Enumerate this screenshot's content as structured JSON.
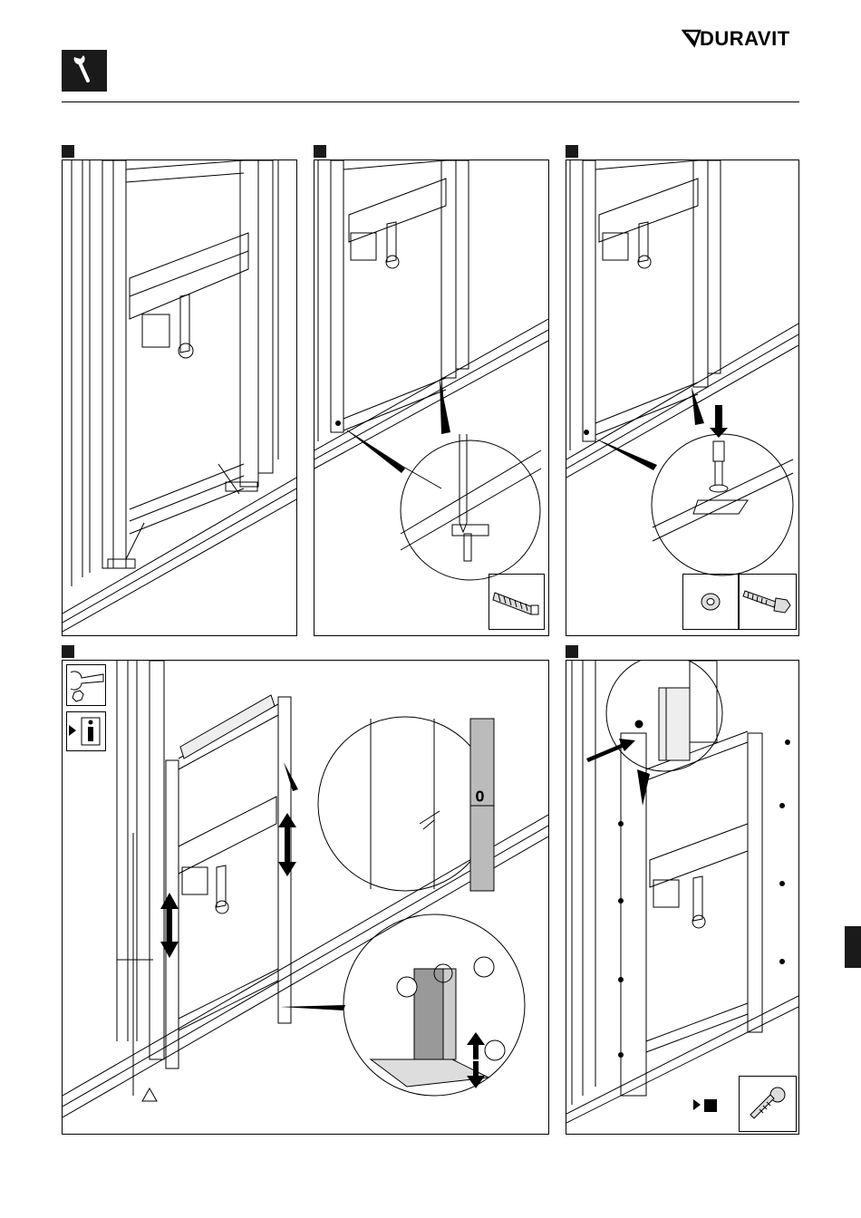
{
  "header": {
    "brand": "DURAVIT",
    "tool_icon": "wrench-icon"
  },
  "colors": {
    "ink": "#000000",
    "badge": "#1a1a1a",
    "shade": "#888888",
    "background": "#ffffff"
  },
  "panels": [
    {
      "id": "step-1",
      "content": "frame-with-spirit-angle"
    },
    {
      "id": "step-2",
      "content": "drill-and-dowel",
      "parts": [
        "wall-plug-icon"
      ]
    },
    {
      "id": "step-3",
      "content": "bolt-fixing",
      "parts": [
        "washer-icon",
        "hex-bolt-icon"
      ]
    },
    {
      "id": "step-4",
      "content": "height-adjustment",
      "tools": [
        "wrench-icon",
        "hex-nut-icon",
        "info-icon"
      ]
    },
    {
      "id": "step-5",
      "content": "side-fixing",
      "parts": [
        "screw-icon"
      ]
    }
  ],
  "sizes": {
    "big_adjust": "10",
    "ruler_mark": "0"
  }
}
